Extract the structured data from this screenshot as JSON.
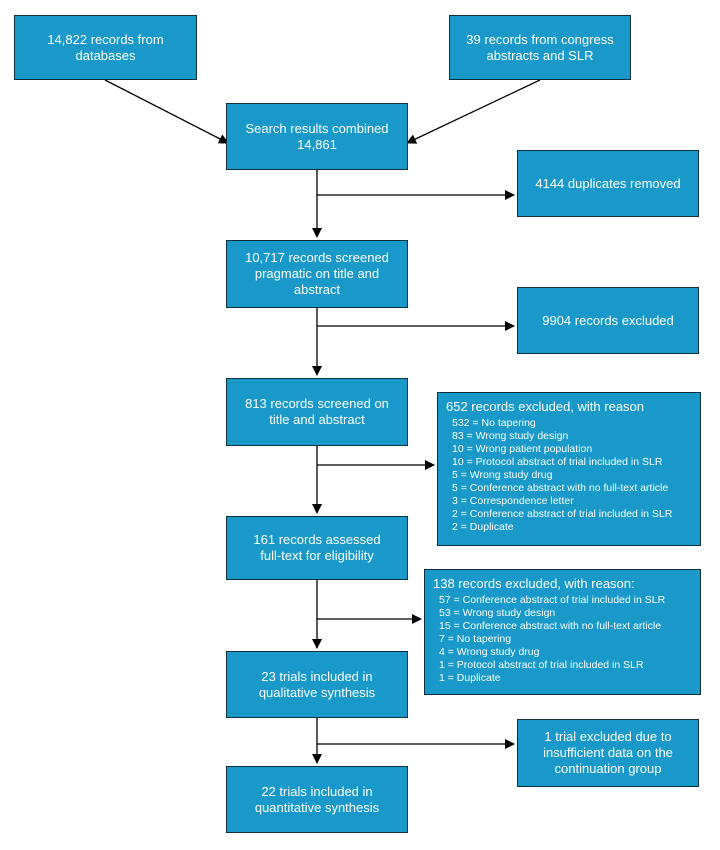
{
  "colors": {
    "box_fill": "#1899c9",
    "box_border": "#0f2f3d",
    "text": "#ffffff",
    "arrow": "#000000"
  },
  "boxes": {
    "databases": "14,822 records from\ndatabases",
    "congress": "39 records from congress\nabstracts and SLR",
    "combined": "Search results combined\n14,861",
    "duplicates": "4144 duplicates removed",
    "screened_pragmatic": "10,717 records screened\npragmatic on title and\nabstract",
    "excluded_9904": "9904 records excluded",
    "screened_title": "813 records screened on\ntitle and abstract",
    "fulltext": "161 records assessed\nfull-text for eligibility",
    "qualitative": "23 trials included in\nqualitative synthesis",
    "trial_excluded": "1 trial excluded due to\ninsufficient data on the\ncontinuation group",
    "quantitative": "22 trials included in\nquantitative synthesis"
  },
  "excluded_652": {
    "title": "652 records excluded, with reason",
    "reasons": [
      "532 = No tapering",
      "83 = Wrong study design",
      "10 = Wrong patient population",
      "10 = Protocol abstract of trial included in SLR",
      "5 = Wrong study drug",
      "5 = Conference abstract with no full-text article",
      "3 = Correspondence letter",
      "2 = Conference abstract of trial included in SLR",
      "2 = Duplicate"
    ]
  },
  "excluded_138": {
    "title": "138 records excluded, with reason:",
    "reasons": [
      "57 = Conference abstract of trial  included in SLR",
      "53 = Wrong study design",
      "15 = Conference abstract with no full-text article",
      "7 = No tapering",
      "4 = Wrong study drug",
      "1 = Protocol abstract of trial included in SLR",
      "1 = Duplicate"
    ]
  }
}
